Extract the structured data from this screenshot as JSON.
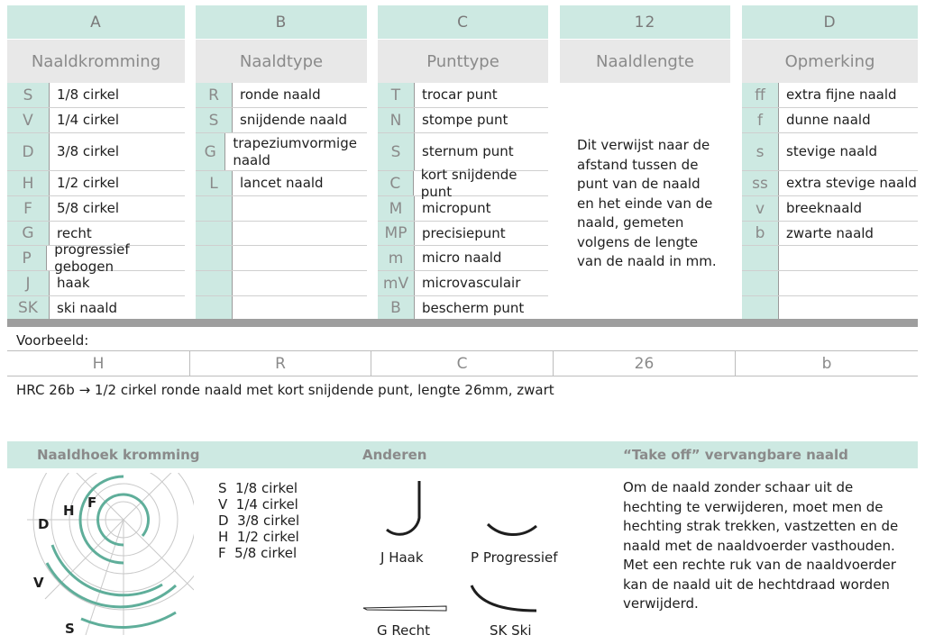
{
  "columns": [
    {
      "letter": "A",
      "title": "Naaldkromming",
      "rows": [
        [
          "S",
          "1/8 cirkel"
        ],
        [
          "V",
          "1/4 cirkel"
        ],
        [
          "D",
          "3/8 cirkel"
        ],
        [
          "H",
          "1/2 cirkel"
        ],
        [
          "F",
          "5/8 cirkel"
        ],
        [
          "G",
          "recht"
        ],
        [
          "P",
          "progressief gebogen"
        ],
        [
          "J",
          "haak"
        ],
        [
          "SK",
          "ski naald"
        ]
      ]
    },
    {
      "letter": "B",
      "title": "Naaldtype",
      "rows": [
        [
          "R",
          "ronde naald"
        ],
        [
          "S",
          "snijdende naald"
        ],
        [
          "G",
          "trapeziumvormige naald"
        ],
        [
          "L",
          "lancet naald"
        ],
        [
          "",
          ""
        ],
        [
          "",
          ""
        ],
        [
          "",
          ""
        ],
        [
          "",
          ""
        ],
        [
          "",
          ""
        ]
      ]
    },
    {
      "letter": "C",
      "title": "Punttype",
      "rows": [
        [
          "T",
          "trocar punt"
        ],
        [
          "N",
          "stompe punt"
        ],
        [
          "S",
          "sternum punt"
        ],
        [
          "C",
          "kort snijdende punt"
        ],
        [
          "M",
          "micropunt"
        ],
        [
          "MP",
          "precisiepunt"
        ],
        [
          "m",
          "micro naald"
        ],
        [
          "mV",
          "microvasculair"
        ],
        [
          "B",
          "bescherm punt"
        ]
      ]
    },
    {
      "letter": "12",
      "title": "Naaldlengte",
      "text": "Dit verwijst naar de afstand tussen de punt van de naald en het einde van de naald, gemeten volgens de lengte van de naald in mm."
    },
    {
      "letter": "D",
      "title": "Opmerking",
      "rows": [
        [
          "ff",
          "extra fijne naald"
        ],
        [
          "f",
          "dunne naald"
        ],
        [
          "s",
          "stevige naald"
        ],
        [
          "ss",
          "extra stevige naald"
        ],
        [
          "v",
          "breeknaald"
        ],
        [
          "b",
          "zwarte naald"
        ],
        [
          "",
          ""
        ],
        [
          "",
          ""
        ],
        [
          "",
          ""
        ]
      ]
    }
  ],
  "example": {
    "label": "Voorbeeld:",
    "values": [
      "H",
      "R",
      "C",
      "26",
      "b"
    ],
    "caption": "HRC 26b → 1/2 cirkel ronde naald met kort snijdende punt, lengte 26mm, zwart"
  },
  "sections": {
    "curvature": {
      "title": "Naaldhoek kromming",
      "diagram_labels": [
        "H",
        "F",
        "D",
        "V",
        "S"
      ],
      "legend": [
        "S  1/8 cirkel",
        "V  1/4 cirkel",
        "D  3/8 cirkel",
        "H  1/2 cirkel",
        "F  5/8 cirkel"
      ]
    },
    "others": {
      "title": "Anderen",
      "items": [
        "J  Haak",
        "P  Progressief",
        "G  Recht",
        "SK  Ski"
      ]
    },
    "takeoff": {
      "title": "“Take off” vervangbare naald",
      "text": "Om de naald zonder schaar uit de hechting te verwijderen, moet men de hechting strak trekken, vastzetten en de naald met de naaldvoerder vasthouden. Met een rechte ruk van de naaldvoerder kan de naald uit de hechtdraad worden verwijderd."
    }
  },
  "colors": {
    "accent": "#cde9e2",
    "header_grey": "#e8e8e8",
    "bar": "#9e9e9e",
    "arc": "#5fae9a"
  }
}
